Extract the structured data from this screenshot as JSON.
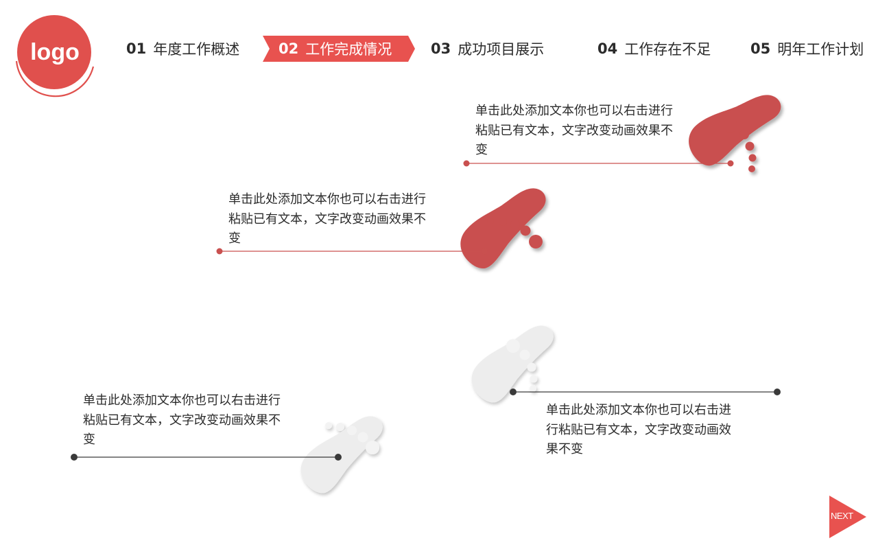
{
  "logo": {
    "text": "logo",
    "color": "#e0504d"
  },
  "nav": {
    "accent": "#e8524f",
    "items": [
      {
        "num": "01",
        "label": "年度工作概述"
      },
      {
        "num": "02",
        "label": "工作完成情况",
        "active": true
      },
      {
        "num": "03",
        "label": "成功项目展示"
      },
      {
        "num": "04",
        "label": "工作存在不足"
      },
      {
        "num": "05",
        "label": "明年工作计划"
      }
    ]
  },
  "blocks": [
    {
      "lines": [
        "单击此处添加文本你也可以右击进行",
        "粘贴已有文本，文字改变动画效果不",
        "变"
      ]
    },
    {
      "lines": [
        "单击此处添加文本你也可以右击进行",
        "粘贴已有文本，文字改变动画效果不",
        "变"
      ]
    },
    {
      "lines": [
        "单击此处添加文本你也可以右击进行",
        "粘贴已有文本，文字改变动画效果不",
        "变"
      ]
    },
    {
      "lines": [
        "单击此处添加文本你也可以右击进",
        "行粘贴已有文本，文字改变动画效",
        "果不变"
      ]
    }
  ],
  "colors": {
    "red_foot": "#c9504f",
    "grey_foot": "#ededed",
    "red_line": "#c9504f",
    "dark_line": "#3a3a3a"
  },
  "next": {
    "label": "NEXT",
    "color": "#e8524f"
  }
}
